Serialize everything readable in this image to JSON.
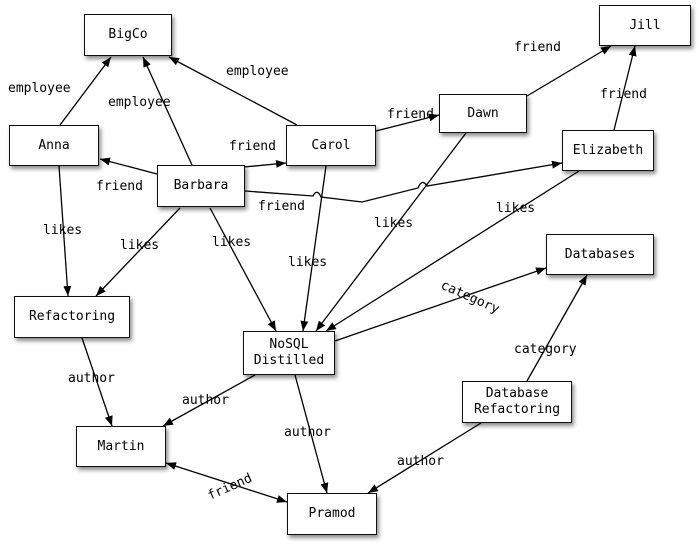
{
  "nodes": {
    "bigco": "BigCo",
    "jill": "Jill",
    "anna": "Anna",
    "carol": "Carol",
    "dawn": "Dawn",
    "elizabeth": "Elizabeth",
    "barbara": "Barbara",
    "databases": "Databases",
    "refactoring": "Refactoring",
    "nosql": "NoSQL\nDistilled",
    "dbrefactoring": "Database\nRefactoring",
    "martin": "Martin",
    "pramod": "Pramod"
  },
  "edges": [
    {
      "id": "anna-bigco",
      "from": "anna",
      "to": "bigco",
      "label": "employee",
      "direction": "to"
    },
    {
      "id": "barbara-bigco",
      "from": "barbara",
      "to": "bigco",
      "label": "employee",
      "direction": "to"
    },
    {
      "id": "carol-bigco",
      "from": "carol",
      "to": "bigco",
      "label": "employee",
      "direction": "to"
    },
    {
      "id": "barbara-anna",
      "from": "barbara",
      "to": "anna",
      "label": "friend",
      "direction": "to"
    },
    {
      "id": "barbara-carol",
      "from": "barbara",
      "to": "carol",
      "label": "friend",
      "direction": "to"
    },
    {
      "id": "barbara-elizabeth",
      "from": "barbara",
      "to": "elizabeth",
      "label": "friend",
      "direction": "to"
    },
    {
      "id": "carol-dawn",
      "from": "carol",
      "to": "dawn",
      "label": "friend",
      "direction": "to"
    },
    {
      "id": "dawn-jill",
      "from": "dawn",
      "to": "jill",
      "label": "friend",
      "direction": "to"
    },
    {
      "id": "elizabeth-jill",
      "from": "elizabeth",
      "to": "jill",
      "label": "friend",
      "direction": "to"
    },
    {
      "id": "anna-refactoring",
      "from": "anna",
      "to": "refactoring",
      "label": "likes",
      "direction": "to"
    },
    {
      "id": "barbara-refactoring",
      "from": "barbara",
      "to": "refactoring",
      "label": "likes",
      "direction": "to"
    },
    {
      "id": "barbara-nosql",
      "from": "barbara",
      "to": "nosql",
      "label": "likes",
      "direction": "to"
    },
    {
      "id": "carol-nosql",
      "from": "carol",
      "to": "nosql",
      "label": "likes",
      "direction": "to"
    },
    {
      "id": "dawn-nosql",
      "from": "dawn",
      "to": "nosql",
      "label": "likes",
      "direction": "to"
    },
    {
      "id": "elizabeth-nosql",
      "from": "elizabeth",
      "to": "nosql",
      "label": "likes",
      "direction": "to"
    },
    {
      "id": "nosql-databases",
      "from": "nosql",
      "to": "databases",
      "label": "category",
      "direction": "to"
    },
    {
      "id": "dbrefactoring-databases",
      "from": "dbrefactoring",
      "to": "databases",
      "label": "category",
      "direction": "to"
    },
    {
      "id": "refactoring-martin",
      "from": "refactoring",
      "to": "martin",
      "label": "author",
      "direction": "to"
    },
    {
      "id": "nosql-martin",
      "from": "nosql",
      "to": "martin",
      "label": "author",
      "direction": "to"
    },
    {
      "id": "nosql-pramod",
      "from": "nosql",
      "to": "pramod",
      "label": "author",
      "direction": "to"
    },
    {
      "id": "dbrefactoring-pramod",
      "from": "dbrefactoring",
      "to": "pramod",
      "label": "author",
      "direction": "to"
    },
    {
      "id": "martin-pramod",
      "from": "martin",
      "to": "pramod",
      "label": "friend",
      "direction": "both"
    }
  ]
}
